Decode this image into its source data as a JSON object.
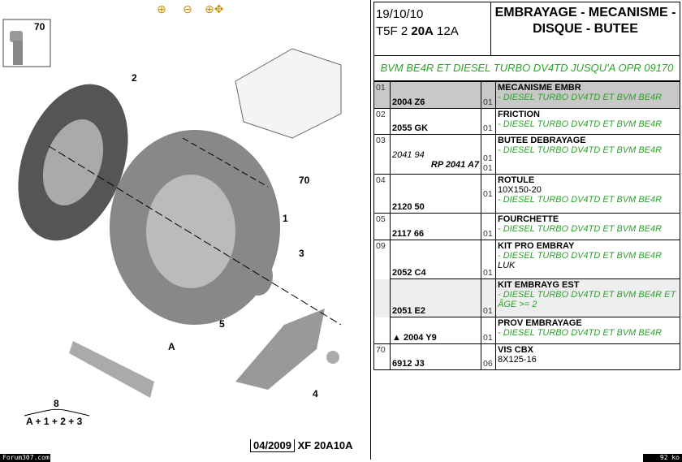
{
  "toolbar": {
    "zoom_in": "⊕",
    "zoom_out": "⊖",
    "zoom_move": "⊕✥"
  },
  "diagram": {
    "labels": [
      "70",
      "2",
      "1",
      "70",
      "3",
      "5",
      "A",
      "4"
    ],
    "kit_num": "8",
    "kit_formula": "A + 1 + 2 + 3",
    "date_box": "04/2009",
    "ref_code": "XF 20A10A"
  },
  "header": {
    "date": "19/10/10",
    "code_pre": "T5F 2 ",
    "code_bold": "20A",
    "code_post": " 12A",
    "title": "EMBRAYAGE - MECANISME - DISQUE - BUTEE"
  },
  "subtitle": "BVM BE4R ET DIESEL TURBO DV4TD JUSQU'A OPR 09170",
  "rows": [
    {
      "num": "01",
      "ref": "2004 Z6",
      "qty": "01",
      "name": "MECANISME EMBR",
      "note": "- DIESEL TURBO DV4TD ET BVM BE4R"
    },
    {
      "num": "02",
      "ref": "2055 GK",
      "qty": "01",
      "name": "FRICTION",
      "note": "- DIESEL TURBO DV4TD ET BVM BE4R"
    },
    {
      "num": "03",
      "ref": "2041 94",
      "qty": "01",
      "ref2": "RP 2041 A7",
      "qty2": "01",
      "name": "BUTEE DEBRAYAGE",
      "note": "- DIESEL TURBO DV4TD ET BVM BE4R"
    },
    {
      "num": "04",
      "ref": "2120 50",
      "qty": "01",
      "name": "ROTULE",
      "spec": "10X150-20",
      "note": "- DIESEL TURBO DV4TD ET BVM BE4R"
    },
    {
      "num": "05",
      "ref": "2117 66",
      "qty": "01",
      "name": "FOURCHETTE",
      "note": "- DIESEL TURBO DV4TD ET BVM BE4R"
    },
    {
      "num": "09",
      "ref": "2052 C4",
      "qty": "01",
      "name": "KIT PRO EMBRAY",
      "note": "- DIESEL TURBO DV4TD ET BVM BE4R",
      "extra": "LUK"
    },
    {
      "num": "",
      "ref": "2051 E2",
      "qty": "01",
      "name": "KIT EMBRAYG EST",
      "note": "- DIESEL TURBO DV4TD ET BVM BE4R ET ÂGE >= 2"
    },
    {
      "num": "",
      "ref": "2004 Y9",
      "warn": "▲",
      "qty": "01",
      "name": "PROV EMBRAYAGE",
      "note": "- DIESEL TURBO DV4TD ET BVM BE4R"
    },
    {
      "num": "70",
      "ref": "6912 J3",
      "qty": "06",
      "name": "VIS CBX",
      "spec": "8X125-16"
    }
  ],
  "footer": {
    "site": "Forum307.com",
    "size": "92 ko"
  }
}
